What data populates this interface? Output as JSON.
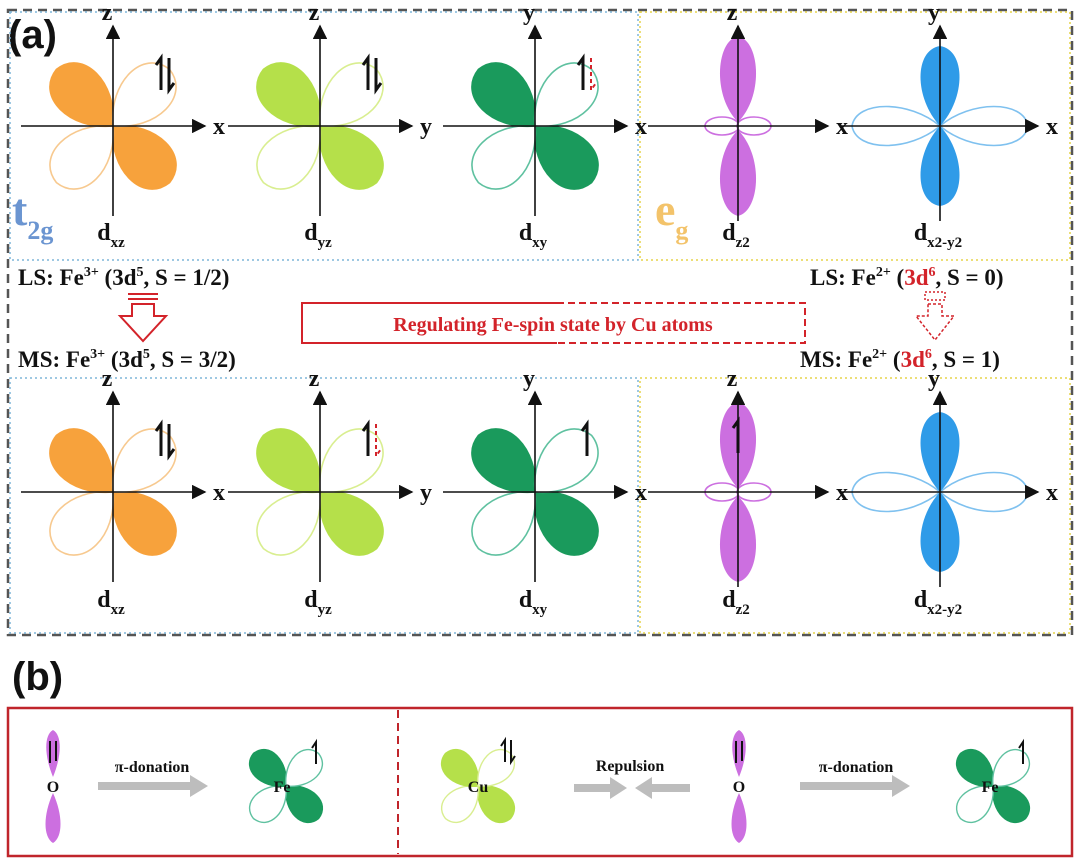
{
  "panel_a": {
    "label": "(a)",
    "t2g_group": {
      "letter": "t",
      "subscript": "2g",
      "color": "#6b95d1"
    },
    "eg_group": {
      "letter": "e",
      "subscript": "g",
      "color": "#f3c36a"
    },
    "orbitals": [
      {
        "name": "d",
        "sub": "xz",
        "axis_v": "z",
        "axis_h": "x",
        "color": "#f7a23c",
        "outline": "#f7c98f"
      },
      {
        "name": "d",
        "sub": "yz",
        "axis_v": "z",
        "axis_h": "y",
        "color": "#b5e04a",
        "outline": "#d9ee90"
      },
      {
        "name": "d",
        "sub": "xy",
        "axis_v": "y",
        "axis_h": "x",
        "color": "#1a9a5c",
        "outline": "#5fc1a0"
      },
      {
        "name": "d",
        "sub": "z2",
        "axis_v": "z",
        "axis_h": "x",
        "color": "#cc6fe0",
        "outline": "#cc6fe0"
      },
      {
        "name": "d",
        "sub": "x2-y2",
        "axis_v": "y",
        "axis_h": "x",
        "color": "#2f9be8",
        "outline": "#7fc1ef"
      }
    ],
    "states": {
      "ls_fe3": {
        "prefix": "LS: Fe",
        "charge": "3+",
        "config_open": " (3d",
        "config_exp": "5",
        "spin": ", S = 1/2)"
      },
      "ms_fe3": {
        "prefix": "MS: Fe",
        "charge": "3+",
        "config_open": " (3d",
        "config_exp": "5",
        "spin": ", S = 3/2)"
      },
      "ls_fe2": {
        "prefix": "LS: Fe",
        "charge": "2+",
        "config_open": " (",
        "config_red": "3d",
        "config_exp": "6",
        "spin": ", S = 0)"
      },
      "ms_fe2": {
        "prefix": "MS: Fe",
        "charge": "2+",
        "config_open": " (",
        "config_red": "3d",
        "config_exp": "6",
        "spin": ", S = 1)"
      }
    },
    "center_caption": "Regulating Fe-spin state by Cu atoms",
    "colors": {
      "accent_red": "#d3232a",
      "frame_gray": "#555555",
      "blue_dotted": "#7fb6d8",
      "yellow_dotted": "#e6d34a"
    }
  },
  "panel_b": {
    "label": "(b)",
    "left": {
      "o_label": "O",
      "arrow_label": "π-donation",
      "fe_label": "Fe"
    },
    "right": {
      "cu_label": "Cu",
      "repulsion_label": "Repulsion",
      "o_label": "O",
      "arrow_label": "π-donation",
      "fe_label": "Fe"
    }
  }
}
